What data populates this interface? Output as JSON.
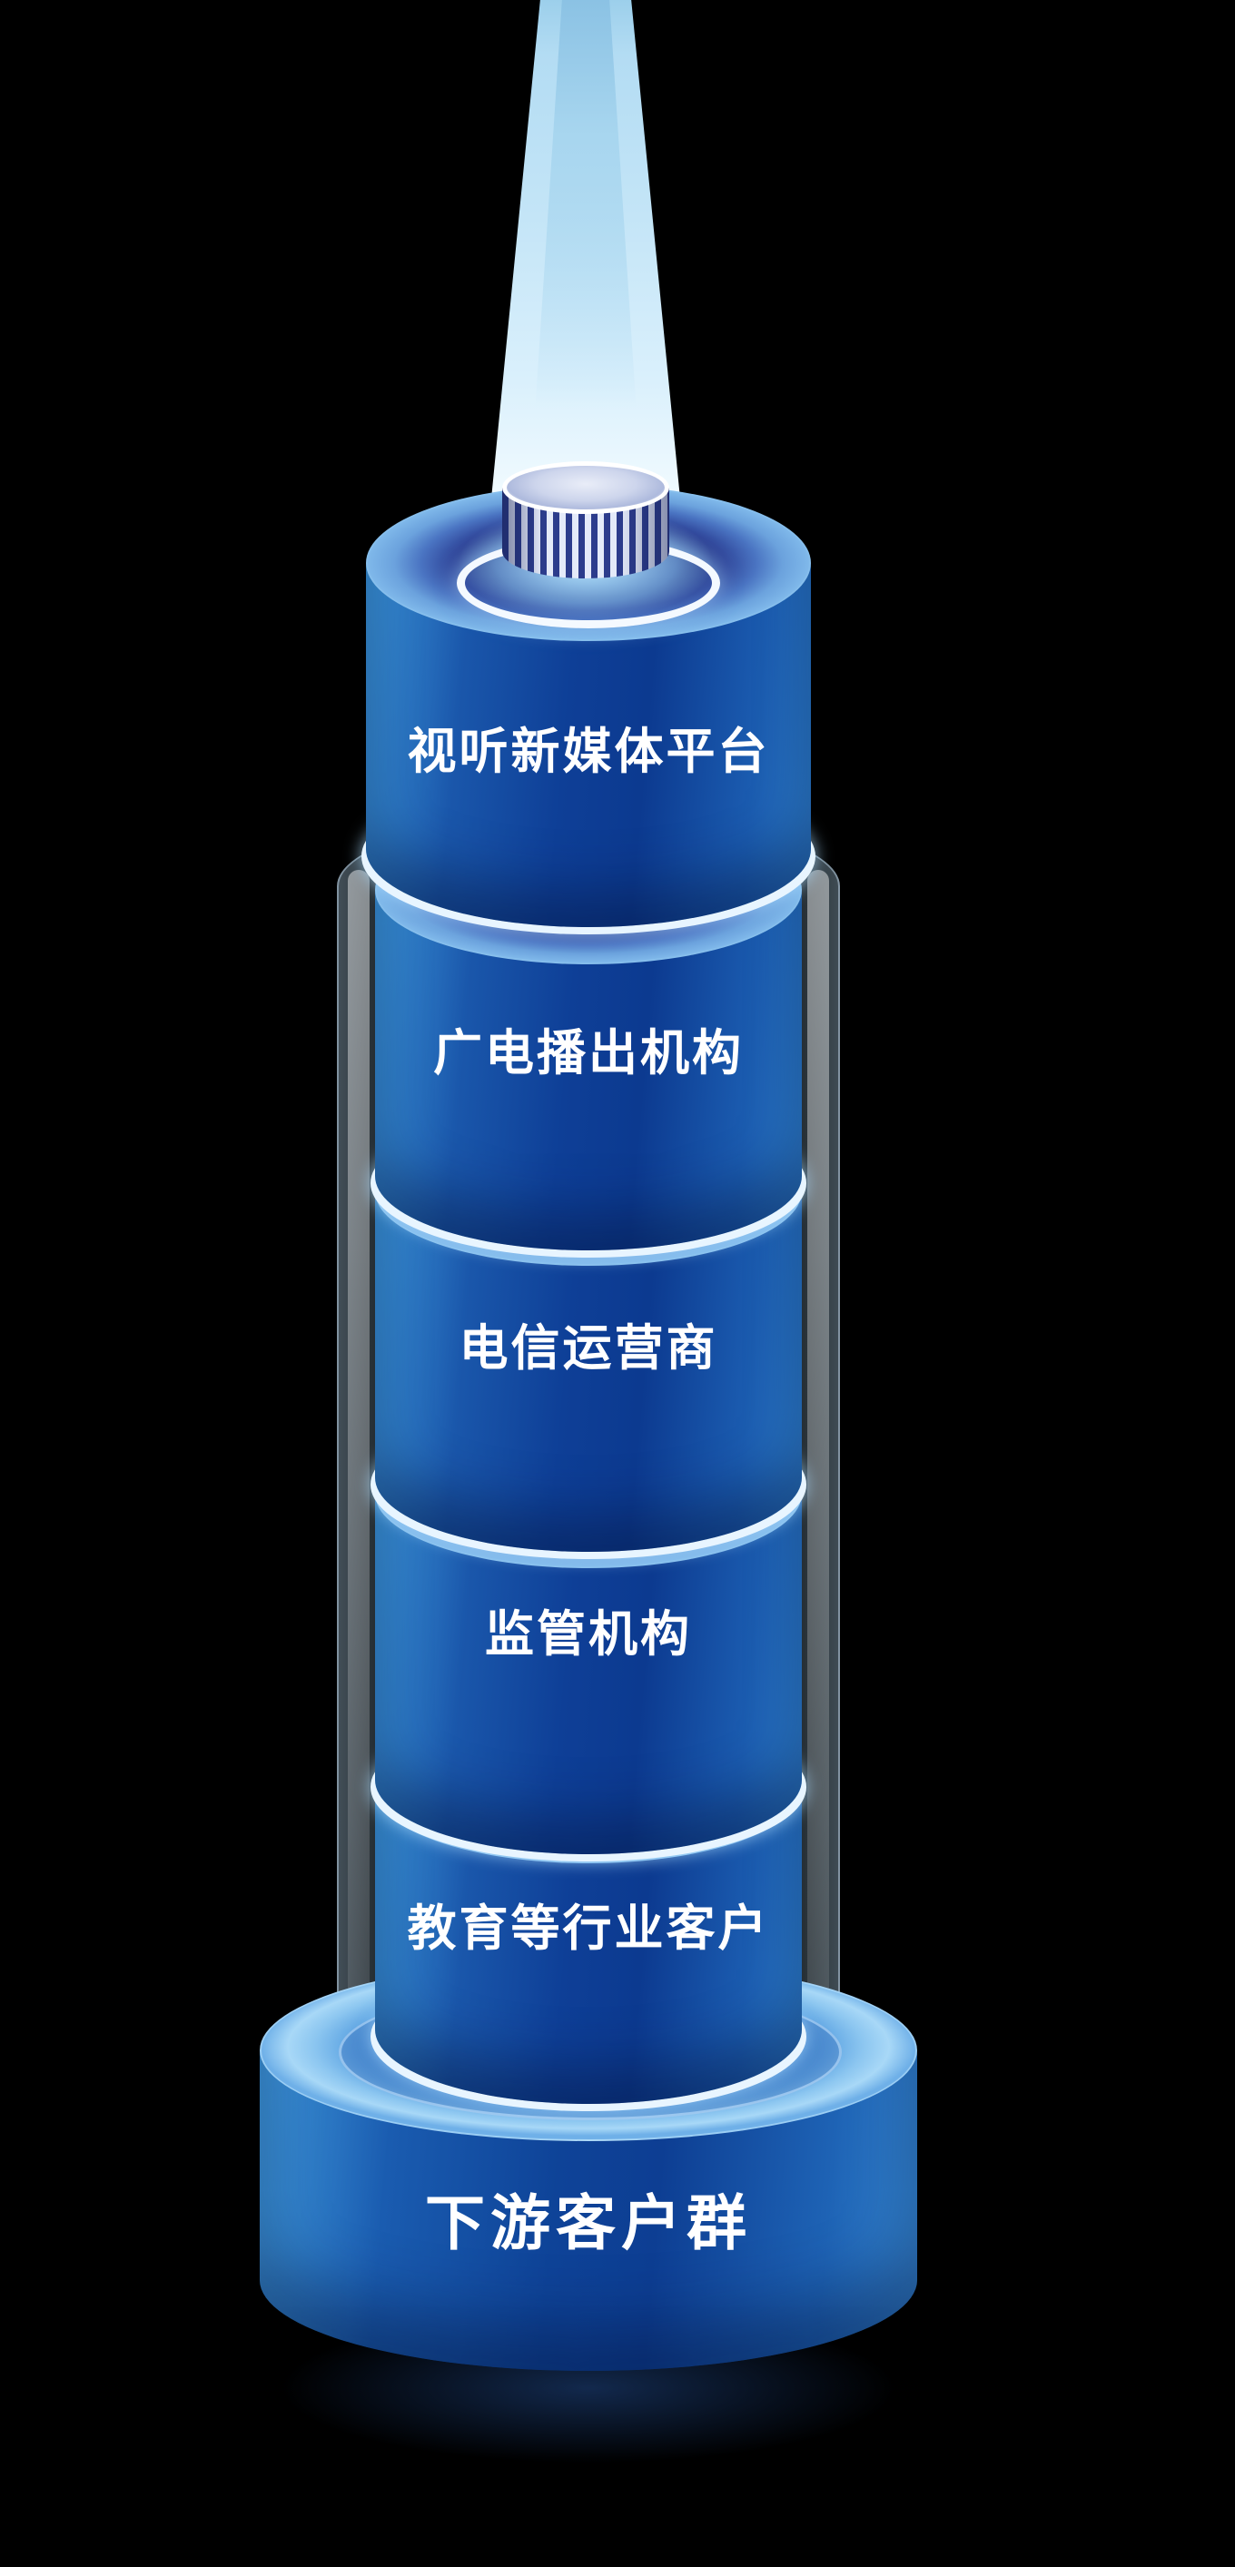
{
  "diagram": {
    "layers": [
      {
        "label": "视听新媒体平台"
      },
      {
        "label": "广电播出机构"
      },
      {
        "label": "电信运营商"
      },
      {
        "label": "监管机构"
      },
      {
        "label": "教育等行业客户"
      }
    ],
    "base": {
      "label": "下游客户群"
    },
    "colors": {
      "background": "#000000",
      "cylinder_light": "#3c95d9",
      "cylinder_dark": "#0c3a90",
      "top_ellipse": "#222c7e",
      "beam": "#c4e5f7",
      "text": "#ffffff"
    }
  }
}
